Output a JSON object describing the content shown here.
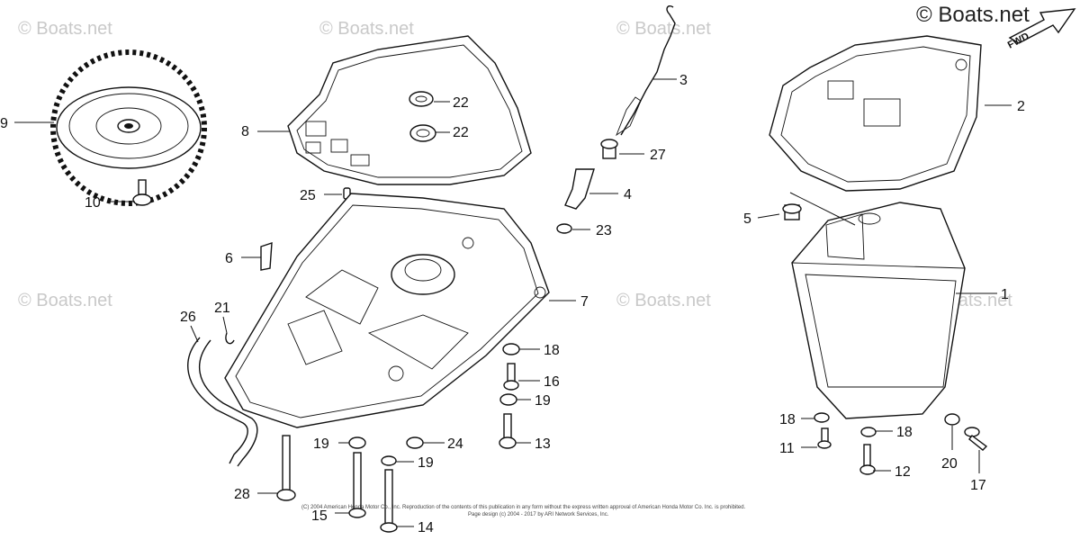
{
  "watermark": {
    "small": "© Boats.net",
    "main": "© Boats.net"
  },
  "front_marker": "FWD",
  "copyright": {
    "line1": "(C) 2004 American Honda Motor Co., Inc. Reproduction of the contents of this publication in any form without the express written approval of American Honda Motor Co. Inc. is prohibited.",
    "line2": "Page design (c) 2004 - 2017 by ARI Network Services, Inc."
  },
  "callouts": {
    "c1": "1",
    "c2": "2",
    "c3": "3",
    "c4": "4",
    "c5": "5",
    "c6": "6",
    "c7": "7",
    "c8": "8",
    "c9": "9",
    "c10": "10",
    "c11": "11",
    "c12": "12",
    "c13": "13",
    "c14": "14",
    "c15": "15",
    "c16": "16",
    "c17": "17",
    "c18a": "18",
    "c18b": "18",
    "c18c": "18",
    "c19a": "19",
    "c19b": "19",
    "c19c": "19",
    "c20": "20",
    "c21": "21",
    "c22a": "22",
    "c22b": "22",
    "c23": "23",
    "c24": "24",
    "c25": "25",
    "c26": "26",
    "c27": "27",
    "c28": "28"
  }
}
